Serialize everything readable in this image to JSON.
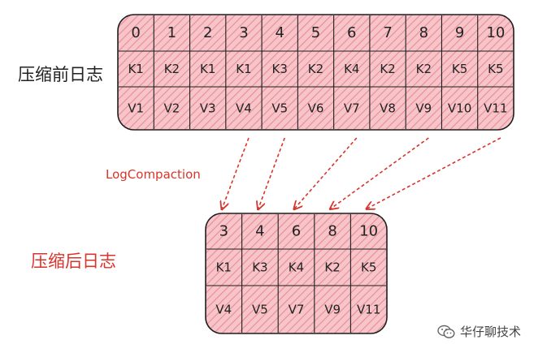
{
  "labels": {
    "before": "压缩前日志",
    "after": "压缩后日志",
    "operation": "LogCompaction"
  },
  "watermark": {
    "icon": "wechat-icon",
    "text": "华仔聊技术"
  },
  "before_log": {
    "indexes": [
      "0",
      "1",
      "2",
      "3",
      "4",
      "5",
      "6",
      "7",
      "8",
      "9",
      "10"
    ],
    "keys": [
      "K1",
      "K2",
      "K1",
      "K1",
      "K3",
      "K2",
      "K4",
      "K2",
      "K2",
      "K5",
      "K5"
    ],
    "values": [
      "V1",
      "V2",
      "V3",
      "V4",
      "V5",
      "V6",
      "V7",
      "V8",
      "V9",
      "V10",
      "V11"
    ]
  },
  "after_log": {
    "indexes": [
      "3",
      "4",
      "6",
      "8",
      "10"
    ],
    "keys": [
      "K1",
      "K3",
      "K4",
      "K2",
      "K5"
    ],
    "values": [
      "V4",
      "V5",
      "V7",
      "V9",
      "V11"
    ]
  },
  "mapping": [
    {
      "from": "3",
      "to": "3"
    },
    {
      "from": "4",
      "to": "4"
    },
    {
      "from": "6",
      "to": "6"
    },
    {
      "from": "8",
      "to": "8"
    },
    {
      "from": "10",
      "to": "10"
    }
  ],
  "colors": {
    "box_fill": "#f7c5c9",
    "box_stroke": "#1e1e1e",
    "hatch": "#e88b94",
    "arrow": "#d9342b",
    "accent_text": "#d9342b"
  }
}
